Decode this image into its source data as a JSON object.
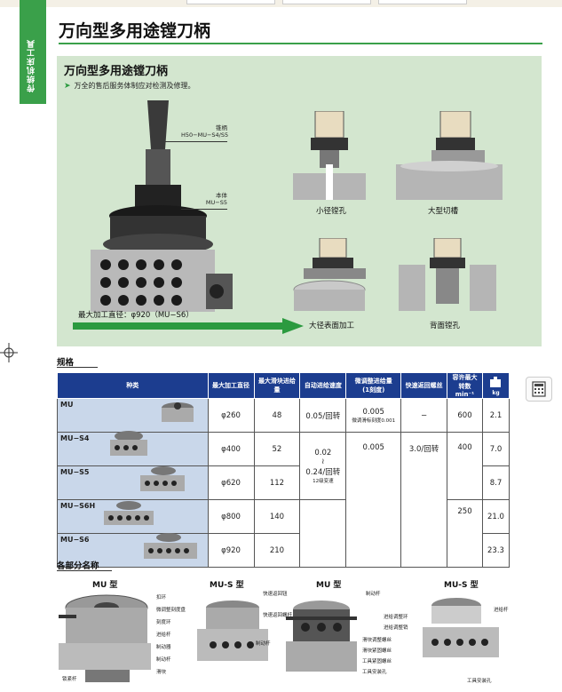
{
  "side_tab": "传统机床工具",
  "page_title": "万向型多用途镗刀柄",
  "hero": {
    "title": "万向型多用途镗刀柄",
    "subtitle": "万全的售后服务体制应对检测及修理。",
    "callout_shank_name": "锥柄",
    "callout_shank_code": "H50−MU−S4/S5",
    "callout_body_name": "本体",
    "callout_body_code": "MU−S5",
    "max_diameter": "最大加工直径：φ920（MU−S6）",
    "captions": [
      "小径镗孔",
      "大型切槽",
      "大径表面加工",
      "背面镗孔"
    ]
  },
  "spec_section": {
    "title": "规格"
  },
  "spec_table": {
    "headers": [
      "种类",
      "最大加工直径",
      "最大滑块进给量",
      "自动进给速度",
      "微调整进给量",
      "快速返回螺丝",
      "容许最大转数",
      "kg"
    ],
    "header_sub": {
      "fine": "(1刻度)",
      "rpm_unit": "min⁻¹"
    },
    "rows": [
      {
        "type": "MU",
        "diameter": "φ260",
        "stroke": "48",
        "feed": "0.05/回转",
        "fine": "0.005",
        "fine_note": "微调滑标刻度0.001",
        "rapid": "−",
        "rpm": "600",
        "kg": "2.1"
      },
      {
        "type": "MU−S4",
        "diameter": "φ400",
        "stroke": "52",
        "feed": "0.02",
        "fine": "0.005",
        "rapid": "3.0/回转",
        "rpm": "400",
        "kg": "7.0"
      },
      {
        "type": "MU−S5",
        "diameter": "φ620",
        "stroke": "112",
        "feed": "0.24/回转",
        "feed_note": "12级变速",
        "kg": "8.7"
      },
      {
        "type": "MU−S6H",
        "diameter": "φ800",
        "stroke": "140",
        "rpm": "250",
        "kg": "21.0"
      },
      {
        "type": "MU−S6",
        "diameter": "φ920",
        "stroke": "210",
        "kg": "23.3"
      }
    ],
    "tilde": "≀"
  },
  "parts_section": {
    "title": "各部分名称"
  },
  "parts": {
    "titles": [
      "MU 型",
      "MU-S 型",
      "MU 型",
      "MU-S 型"
    ],
    "labels_a": [
      "扣环",
      "微调整刻度盘",
      "刻度环",
      "进给杆",
      "制动器",
      "制动杆",
      "滑块",
      "锁紧杆",
      "制动杆"
    ],
    "labels_b": [
      "快速返回钮",
      "快速返回螺杆",
      "制动杆"
    ],
    "labels_c": [
      "进给调整环",
      "进给调整销",
      "滑块调整螺丝",
      "滑块紧固螺丝",
      "工具紧固螺丝",
      "工具安装孔",
      "进给杆",
      "工具安装孔"
    ]
  },
  "colors": {
    "green": "#3aa04a",
    "navy": "#1c3d8f",
    "hero_bg": "#d3e6cf",
    "type_bg": "#c9d7ea"
  },
  "icons": [
    "calculator-icon",
    "crosshair-icon",
    "weight-icon"
  ]
}
